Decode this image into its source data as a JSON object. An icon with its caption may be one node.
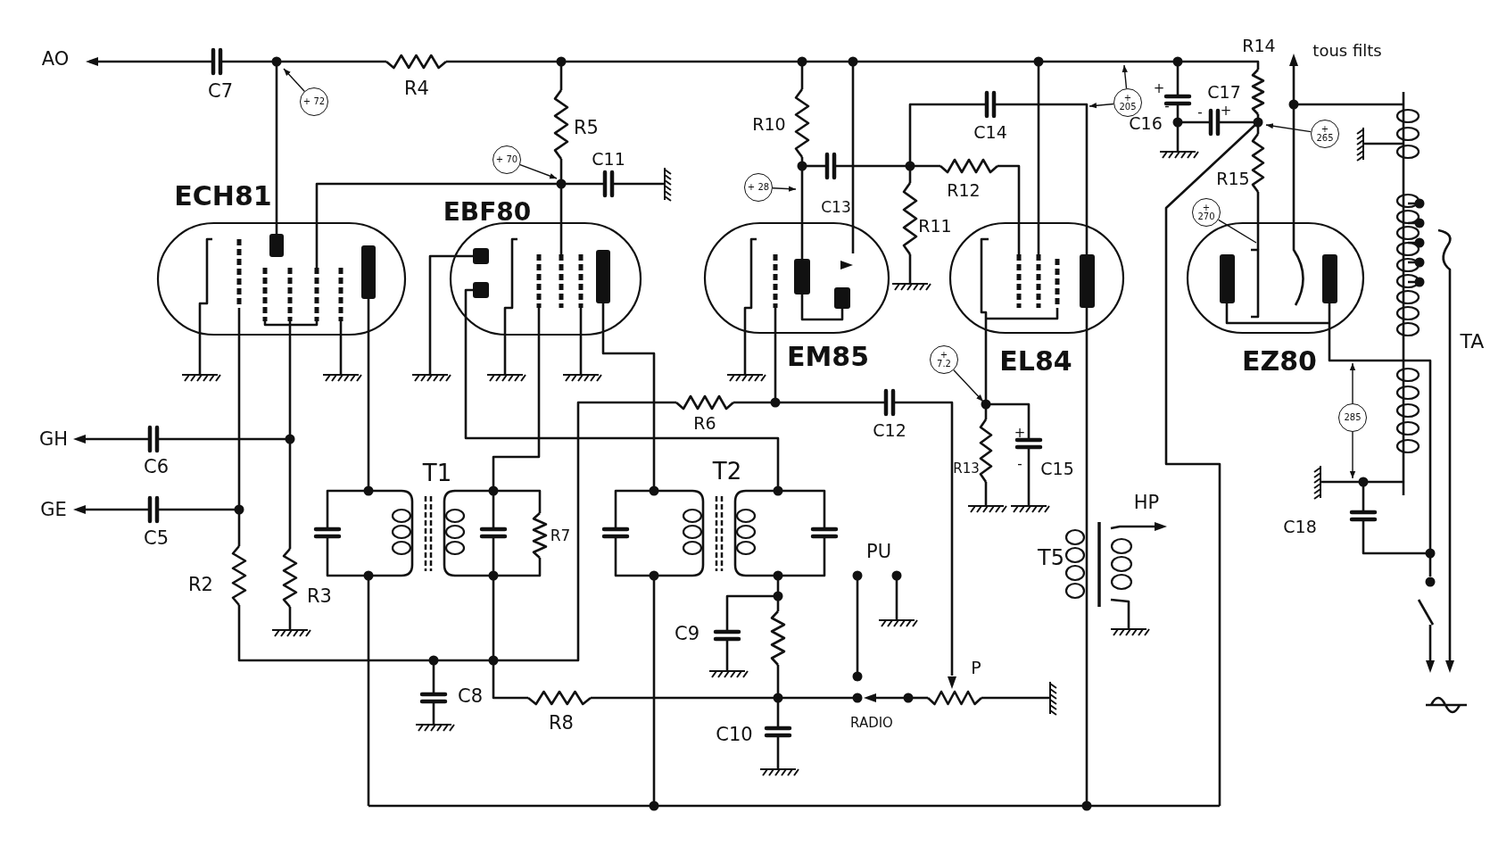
{
  "diagram": {
    "nodes": [
      {
        "text": [
          "+ 72"
        ]
      },
      {
        "text": [
          "+ 205"
        ]
      },
      {
        "text": [
          "+ 265"
        ]
      },
      {
        "text": [
          "+ 70"
        ]
      },
      {
        "text": [
          "+ 28"
        ]
      },
      {
        "text": [
          "+ 270"
        ]
      },
      {
        "text": [
          "+ 7.2"
        ]
      },
      {
        "text": [
          "285"
        ]
      }
    ],
    "edges": [
      {
        "from": 0,
        "to": null,
        "arrow": "to"
      },
      {
        "from": 1,
        "to": null,
        "arrow": "to"
      },
      {
        "from": 1,
        "to": null,
        "arrow": "to"
      },
      {
        "from": 2,
        "to": null,
        "arrow": "to"
      },
      {
        "from": 3,
        "to": null,
        "arrow": "to"
      },
      {
        "from": 4,
        "to": null,
        "arrow": "to"
      },
      {
        "from": 5,
        "to": null,
        "arrow": "none"
      },
      {
        "from": 6,
        "to": null,
        "arrow": "to"
      },
      {
        "from": 7,
        "to": null,
        "arrow": "to"
      },
      {
        "from": 7,
        "to": null,
        "arrow": "to"
      }
    ],
    "labels": [
      "AO",
      "R14",
      "tous filts",
      "C7",
      "R4",
      "+",
      "C17",
      "-",
      "-",
      "+",
      "R5",
      "R10",
      "C14",
      "C16",
      "C11",
      "ECH81",
      "EBF80",
      "C13",
      "R12",
      "R15",
      "R11",
      "EM85",
      "EL84",
      "EZ80",
      "TA",
      "GH",
      "R6",
      "C12",
      "+",
      "C6",
      "T1",
      "T2",
      "R13",
      "-",
      "C15",
      "GE",
      "HP",
      "C5",
      "R7",
      "PU",
      "T5",
      "C18",
      "R2",
      "R3",
      "C9",
      "P",
      "C8",
      "R8",
      "C10",
      "RADIO"
    ]
  }
}
